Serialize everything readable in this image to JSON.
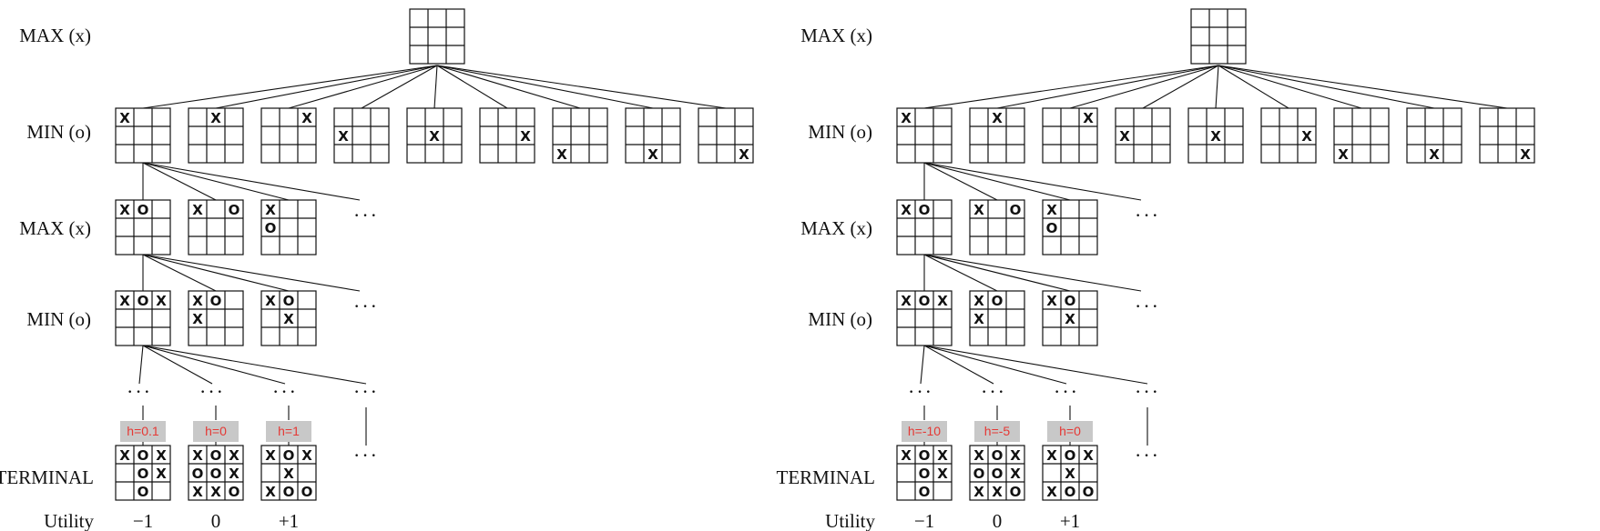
{
  "panels": [
    {
      "id": "left",
      "level_labels": [
        "MAX (x)",
        "MIN (o)",
        "MAX (x)",
        "MIN (o)",
        "TERMINAL"
      ],
      "utility_label": "Utility",
      "utilities": [
        "−1",
        "0",
        "+1"
      ],
      "heuristics": [
        "h=0.1",
        "h=0",
        "h=1"
      ]
    },
    {
      "id": "right",
      "level_labels": [
        "MAX (x)",
        "MIN (o)",
        "MAX (x)",
        "MIN (o)",
        "TERMINAL"
      ],
      "utility_label": "Utility",
      "utilities": [
        "−1",
        "0",
        "+1"
      ],
      "heuristics": [
        "h=-10",
        "h=-5",
        "h=0"
      ]
    }
  ],
  "ellipsis": "···",
  "boards": {
    "root": [
      "",
      "",
      "",
      "",
      "",
      "",
      "",
      "",
      ""
    ],
    "min1": [
      [
        "X",
        "",
        "",
        "",
        "",
        "",
        "",
        "",
        ""
      ],
      [
        "",
        "X",
        "",
        "",
        "",
        "",
        "",
        "",
        ""
      ],
      [
        "",
        "",
        "X",
        "",
        "",
        "",
        "",
        "",
        ""
      ],
      [
        "",
        "",
        "",
        "X",
        "",
        "",
        "",
        "",
        ""
      ],
      [
        "",
        "",
        "",
        "",
        "X",
        "",
        "",
        "",
        ""
      ],
      [
        "",
        "",
        "",
        "",
        "",
        "X",
        "",
        "",
        ""
      ],
      [
        "",
        "",
        "",
        "",
        "",
        "",
        "X",
        "",
        ""
      ],
      [
        "",
        "",
        "",
        "",
        "",
        "",
        "",
        "X",
        ""
      ],
      [
        "",
        "",
        "",
        "",
        "",
        "",
        "",
        "",
        "X"
      ]
    ],
    "max2": [
      [
        "X",
        "O",
        "",
        "",
        "",
        "",
        "",
        "",
        ""
      ],
      [
        "X",
        "",
        "O",
        "",
        "",
        "",
        "",
        "",
        ""
      ],
      [
        "X",
        "",
        "",
        "O",
        "",
        "",
        "",
        "",
        ""
      ]
    ],
    "min2": [
      [
        "X",
        "O",
        "X",
        "",
        "",
        "",
        "",
        "",
        ""
      ],
      [
        "X",
        "O",
        "",
        "X",
        "",
        "",
        "",
        "",
        ""
      ],
      [
        "X",
        "O",
        "",
        "",
        "X",
        "",
        "",
        "",
        ""
      ]
    ],
    "terminal": [
      [
        "X",
        "O",
        "X",
        "",
        "O",
        "X",
        "",
        "O",
        ""
      ],
      [
        "X",
        "O",
        "X",
        "O",
        "O",
        "X",
        "X",
        "X",
        "O"
      ],
      [
        "X",
        "O",
        "X",
        "",
        "X",
        "",
        "X",
        "O",
        "O"
      ]
    ]
  },
  "colors": {
    "heuristic_bg": "#c8c8c8",
    "heuristic_text": "#e53935",
    "line": "#111111"
  }
}
